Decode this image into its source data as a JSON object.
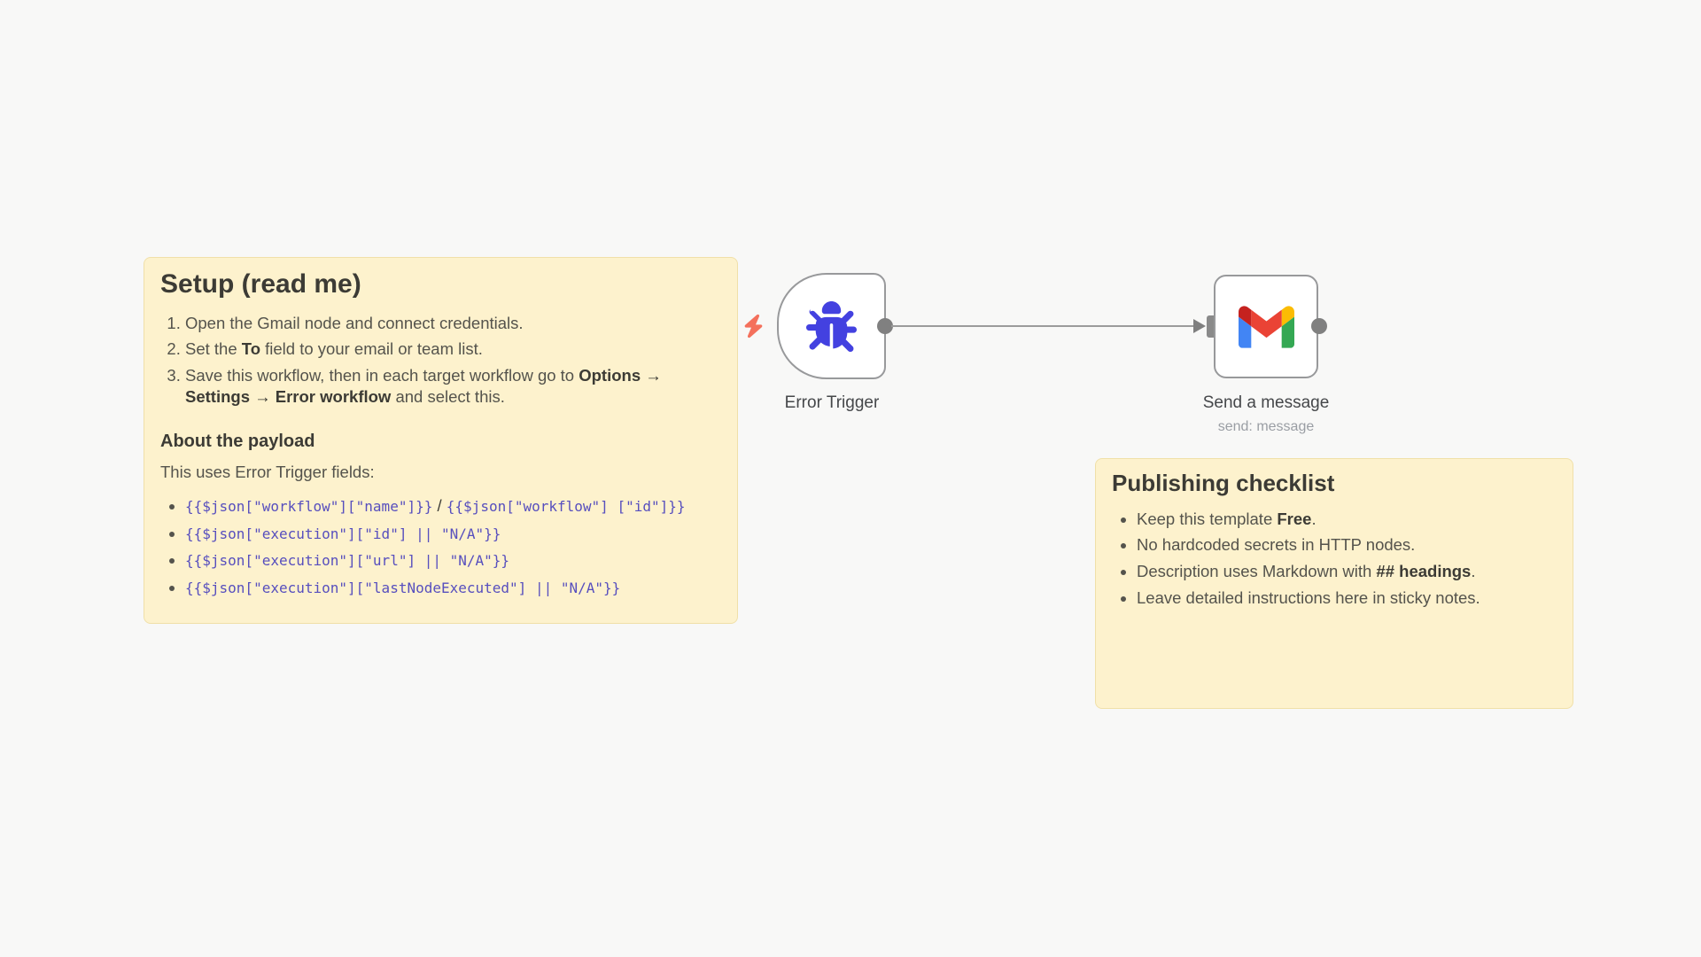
{
  "canvas": {
    "background": "#f8f8f7"
  },
  "setup_note": {
    "title": "Setup (read me)",
    "step1": "Open the Gmail node and connect credentials.",
    "step2_pre": "Set the ",
    "step2_bold": "To",
    "step2_post": " field to your email or team list.",
    "step3_pre": "Save this workflow, then in each target workflow go to ",
    "step3_bold": "Options → Settings → Error workflow",
    "step3_post": " and select this.",
    "payload_heading": "About the payload",
    "payload_intro": "This uses Error Trigger fields:",
    "code1a": "{{$json[\"workflow\"][\"name\"]}}",
    "code1_sep": " / ",
    "code1b_1": "{{$json[\"workflow\"]",
    "code1b_2": "[\"id\"]}}",
    "code2": "{{$json[\"execution\"][\"id\"] || \"N/A\"}}",
    "code3": "{{$json[\"execution\"][\"url\"] || \"N/A\"}}",
    "code4": "{{$json[\"execution\"][\"lastNodeExecuted\"] || \"N/A\"}}"
  },
  "publishing_note": {
    "title": "Publishing checklist",
    "item1_pre": "Keep this template ",
    "item1_bold": "Free",
    "item1_post": ".",
    "item2": "No hardcoded secrets in HTTP nodes.",
    "item3_pre": "Description uses Markdown with ",
    "item3_bold": "## headings",
    "item3_post": ".",
    "item4": "Leave detailed instructions here in sticky notes."
  },
  "nodes": {
    "error_trigger": {
      "label": "Error Trigger"
    },
    "gmail": {
      "label": "Send a message",
      "subtitle": "send: message"
    }
  },
  "colors": {
    "sticky_bg": "#fdf2cd",
    "sticky_border": "#f0e0a9",
    "code_text": "#574fbe",
    "bug_icon": "#4341e0",
    "bolt_icon": "#f4705c",
    "node_border": "#98999b",
    "connector_gray": "#808080",
    "gmail_red": "#ea4335",
    "gmail_blue": "#4285f4",
    "gmail_green": "#34a853",
    "gmail_yellow": "#fbbc04",
    "gmail_dark_red": "#c5221f"
  }
}
